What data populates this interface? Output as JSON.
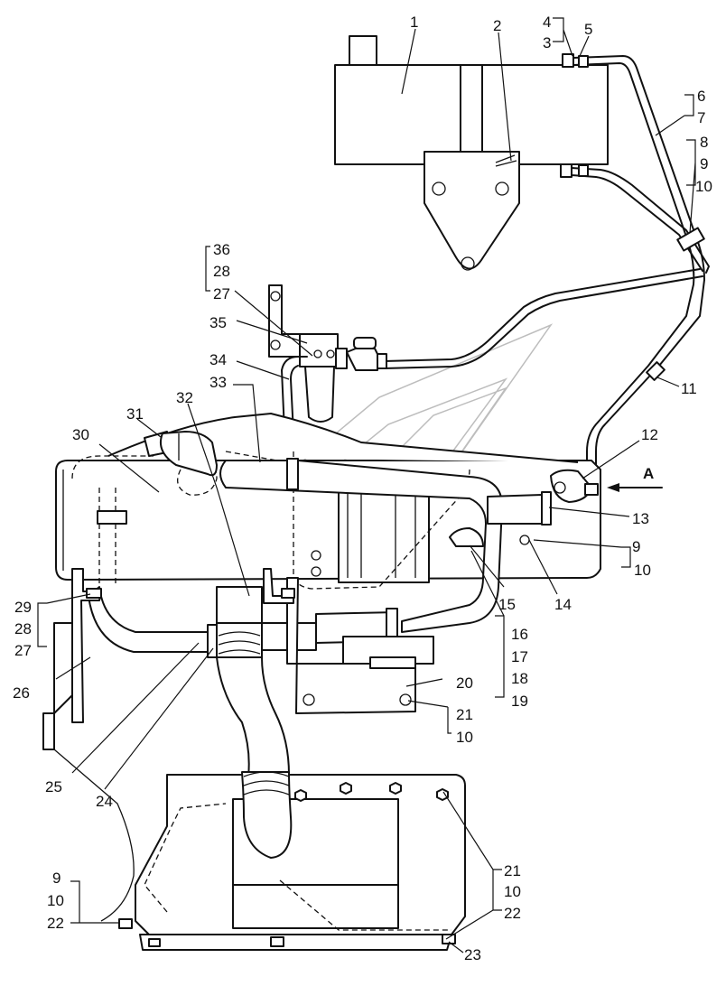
{
  "view_label": "A",
  "callouts": {
    "c1": "1",
    "c2": "2",
    "c3": "3",
    "c4": "4",
    "c5": "5",
    "c6": "6",
    "c7": "7",
    "c8": "8",
    "c9a": "9",
    "c10a": "10",
    "c11": "11",
    "c12": "12",
    "c13": "13",
    "c14": "14",
    "c9b": "9",
    "c10b": "10",
    "c15": "15",
    "c16": "16",
    "c17": "17",
    "c18": "18",
    "c19": "19",
    "c20": "20",
    "c21a": "21",
    "c10c": "10",
    "c36": "36",
    "c28a": "28",
    "c27a": "27",
    "c35": "35",
    "c34": "34",
    "c33": "33",
    "c32": "32",
    "c31": "31",
    "c30": "30",
    "c29": "29",
    "c28b": "28",
    "c27b": "27",
    "c26": "26",
    "c25": "25",
    "c24": "24",
    "c9c": "9",
    "c10d": "10",
    "c22a": "22",
    "c21b": "21",
    "c10e": "10",
    "c22b": "22",
    "c23": "23"
  }
}
